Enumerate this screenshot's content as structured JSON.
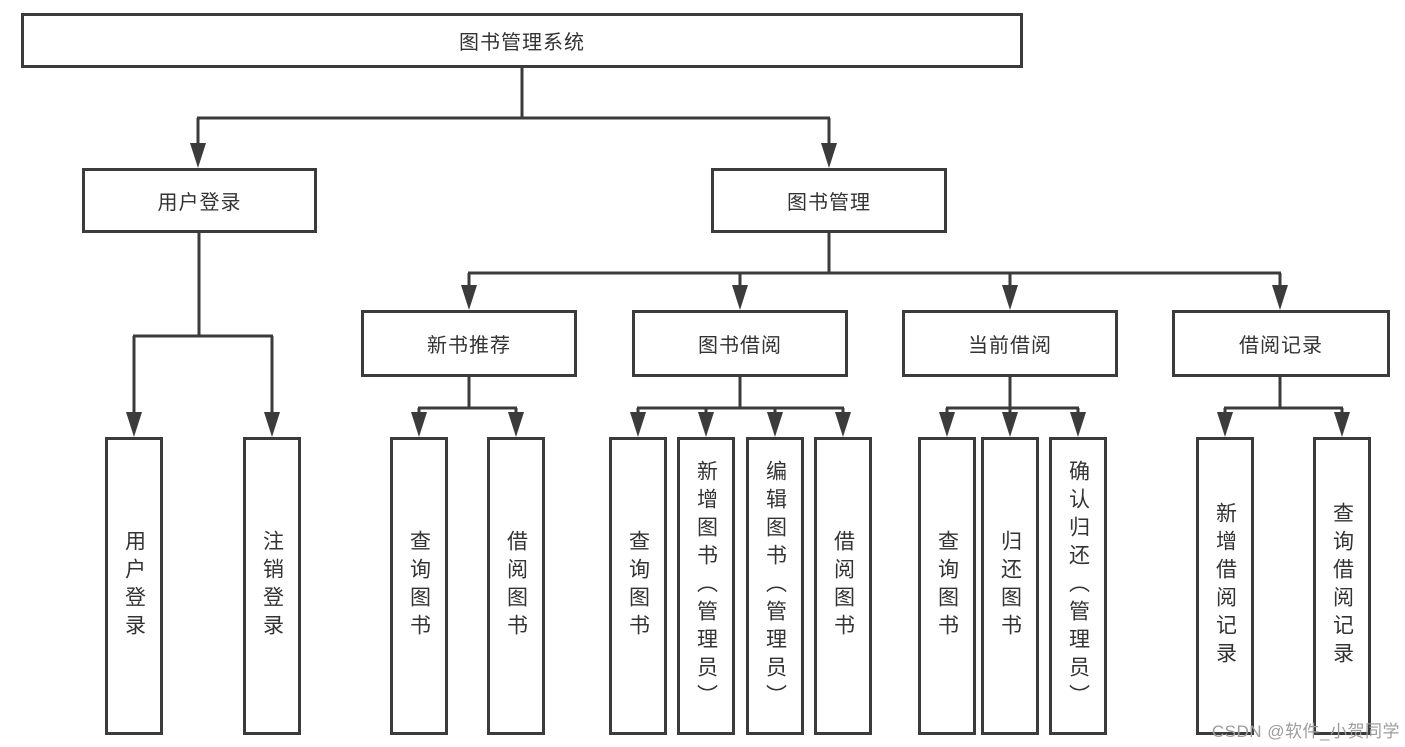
{
  "diagram": {
    "root_label": "图书管理系统",
    "branch_login": {
      "label": "用户登录",
      "children": [
        {
          "label": "用户登录"
        },
        {
          "label": "注销登录"
        }
      ]
    },
    "branch_mgmt": {
      "label": "图书管理",
      "sections": [
        {
          "label": "新书推荐",
          "children": [
            {
              "label": "查询图书"
            },
            {
              "label": "借阅图书"
            }
          ]
        },
        {
          "label": "图书借阅",
          "children": [
            {
              "label": "查询图书"
            },
            {
              "label": "新增图书（管理员）"
            },
            {
              "label": "编辑图书（管理员）"
            },
            {
              "label": "借阅图书"
            }
          ]
        },
        {
          "label": "当前借阅",
          "children": [
            {
              "label": "查询图书"
            },
            {
              "label": "归还图书"
            },
            {
              "label": "确认归还（管理员）"
            }
          ]
        },
        {
          "label": "借阅记录",
          "children": [
            {
              "label": "新增借阅记录"
            },
            {
              "label": "查询借阅记录"
            }
          ]
        }
      ]
    },
    "watermark": "CSDN @软件_小贺同学"
  },
  "colors": {
    "line": "#3b3b3b",
    "text": "#333333",
    "box-bg": "#ffffff",
    "watermark": "#9c9c9c"
  }
}
